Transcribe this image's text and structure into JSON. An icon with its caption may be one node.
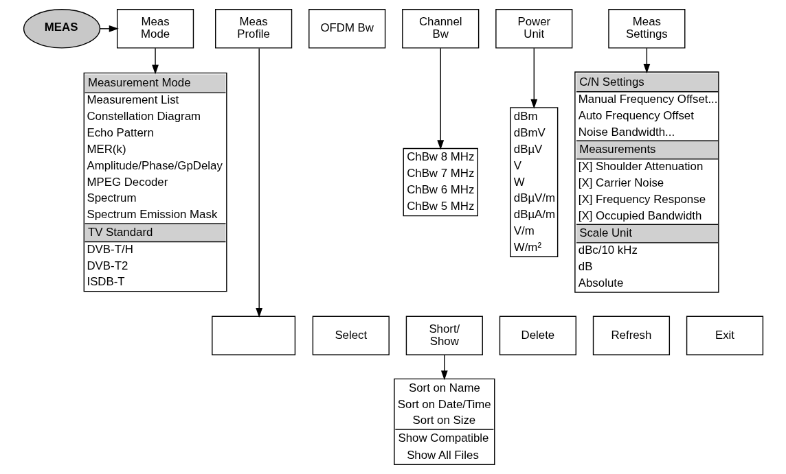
{
  "diagram": {
    "nodes": [
      {
        "text": [
          "MEAS"
        ]
      },
      {
        "text": [
          "Meas Mode"
        ]
      },
      {
        "text": [
          "Meas Profile"
        ]
      },
      {
        "text": [
          "OFDM Bw"
        ]
      },
      {
        "text": [
          "Channel Bw"
        ]
      },
      {
        "text": [
          "Power Unit"
        ]
      },
      {
        "text": [
          "Meas Settings"
        ]
      },
      {
        "text": [
          "Measurement Mode",
          "Measurement List",
          "Constellation Diagram",
          "Echo Pattern",
          "MER(k)",
          "Amplitude/Phase/GpDelay",
          "MPEG Decoder",
          "Spectrum",
          "Spectrum Emission Mask",
          "TV Standard",
          "DVB-T/H",
          "DVB-T2",
          "ISDB-T"
        ]
      },
      {
        "text": [
          "ChBw 8 MHz",
          "ChBw 7 MHz",
          "ChBw 6 MHz",
          "ChBw 5 MHz"
        ]
      },
      {
        "text": [
          "dBm",
          "dBmV",
          "dBµV",
          "V",
          "W",
          "dBµV/m",
          "dBµA/m",
          "V/m",
          "W/m²"
        ]
      },
      {
        "text": [
          "C/N Settings",
          "Manual Frequency Offset...",
          "Auto Frequency Offset",
          "Noise Bandwidth...",
          "Measurements",
          "[X] Shoulder Attenuation",
          "[X] Carrier Noise",
          "[X] Frequency Response",
          "[X] Occupied Bandwidth",
          "Scale Unit",
          "dBc/10 kHz",
          "dB",
          "Absolute"
        ]
      },
      {
        "text": [],
        "shape": "box"
      },
      {
        "text": [
          "Select"
        ]
      },
      {
        "text": [
          "Short/ Show"
        ]
      },
      {
        "text": [
          "Delete"
        ]
      },
      {
        "text": [
          "Refresh"
        ]
      },
      {
        "text": [
          "Exit"
        ]
      },
      {
        "text": [
          "Sort on Name",
          "Sort on Date/Time",
          "Sort on Size",
          "Show Compatible",
          "Show All Files"
        ]
      }
    ],
    "edges": [
      {
        "from": 0,
        "to": 1,
        "arrow": "to"
      },
      {
        "from": 1,
        "to": 7,
        "arrow": "to"
      },
      {
        "from": 2,
        "to": 11,
        "arrow": "to"
      },
      {
        "from": 4,
        "to": 8,
        "arrow": "to"
      },
      {
        "from": 5,
        "to": 9,
        "arrow": "to"
      },
      {
        "from": 6,
        "to": 10,
        "arrow": "to"
      },
      {
        "from": 13,
        "to": 17,
        "arrow": "to"
      }
    ]
  }
}
